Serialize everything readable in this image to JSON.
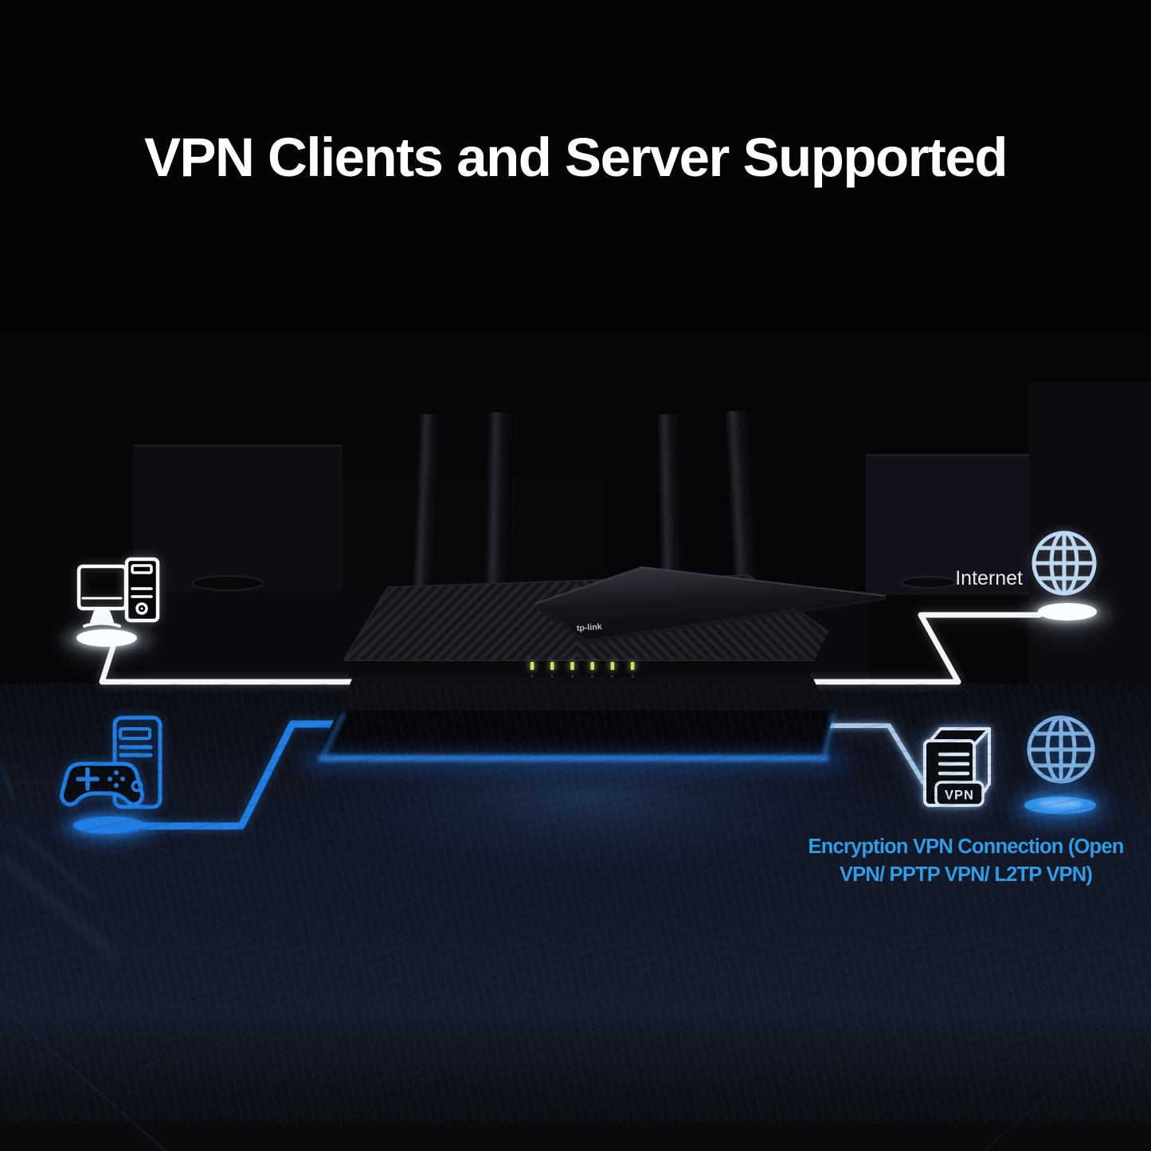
{
  "title": {
    "text": "VPN Clients and Server Supported"
  },
  "nodes": {
    "desktop_client": {
      "icon": "desktop-pc-icon"
    },
    "gaming_client": {
      "icon": "gaming-pc-icon"
    },
    "internet": {
      "label": "Internet",
      "icon": "globe-icon"
    },
    "vpn_server": {
      "icon": "vpn-server-icon",
      "badge": "VPN"
    },
    "remote_globe": {
      "icon": "globe-icon"
    }
  },
  "router": {
    "brand": "tp-link",
    "leds": {
      "count": 6,
      "color": "#cbe467"
    }
  },
  "caption": {
    "line1": "Encryption VPN Connection (Open",
    "line2": "VPN/ PPTP VPN/ L2TP VPN)"
  },
  "colors": {
    "background": "#050506",
    "title_text": "#ffffff",
    "white_link": "#f4f6f8",
    "blue_link": "#1f7de3",
    "pale_blue_link": "#a9c9e9",
    "caption_text": "#2e9ce6",
    "internet_globe": "#bcd8f2",
    "remote_globe": "#7fb0e0",
    "vpn_server_icon": "#d9e6f4",
    "under_router_glow": "#2e86ea"
  }
}
